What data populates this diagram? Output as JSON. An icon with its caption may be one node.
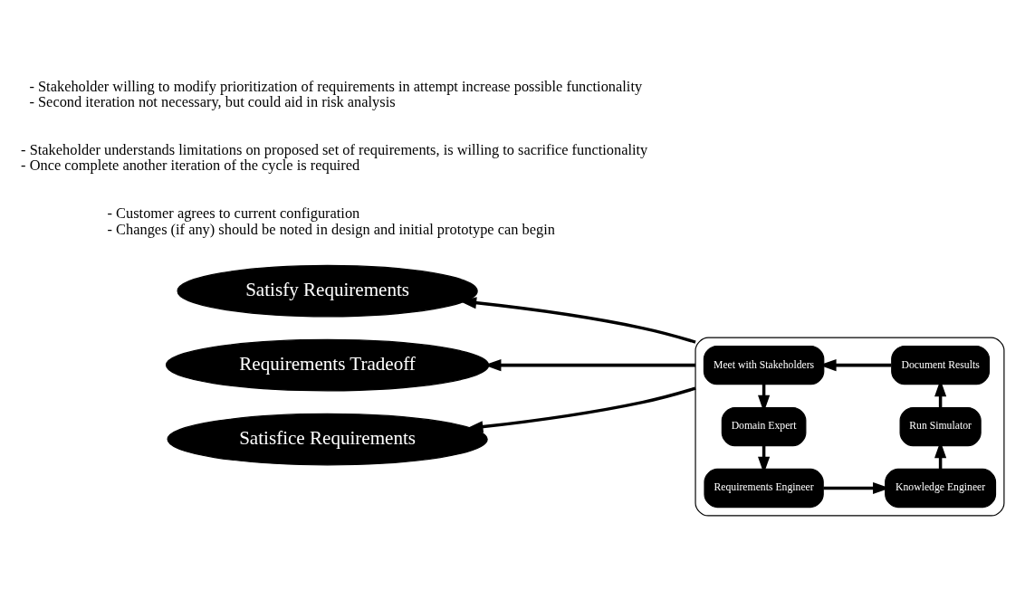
{
  "diagram": {
    "nodes": [
      {
        "text": [
          "Satisfy Requirements"
        ],
        "beside": [
          "- Customer agrees to current configuration",
          "- Changes (if any) should be noted in design and initial prototype can begin"
        ]
      },
      {
        "text": [
          "Requirements Tradeoff"
        ],
        "beside": [
          "- Stakeholder understands limitations on proposed set of requirements, is willing to sacrifice functionality",
          "- Once complete another iteration of the cycle is required"
        ]
      },
      {
        "text": [
          "Satisfice Requirements"
        ],
        "beside": [
          "- Stakeholder willing to modify prioritization of requirements in attempt increase possible functionality",
          "- Second iteration not necessary, but could aid in risk analysis"
        ]
      },
      {
        "text": [],
        "shape": "ellipse"
      },
      {
        "text": [
          "Meet with Stakeholders"
        ],
        "in": 3
      },
      {
        "text": [
          "Document Results"
        ],
        "in": 3
      },
      {
        "text": [
          "Domain Expert"
        ],
        "in": 3
      },
      {
        "text": [
          "Run Simulator"
        ],
        "in": 3
      },
      {
        "text": [
          "Requirements Engineer"
        ],
        "in": 3
      },
      {
        "text": [
          "Knowledge Engineer"
        ],
        "in": 3
      }
    ],
    "edges": [
      {
        "from": 3,
        "to": 0,
        "arrow": "to"
      },
      {
        "from": 3,
        "to": 1,
        "arrow": "to"
      },
      {
        "from": 3,
        "to": 2,
        "arrow": "to"
      },
      {
        "from": 4,
        "to": 6,
        "arrow": "to"
      },
      {
        "from": 6,
        "to": 8,
        "arrow": "to"
      },
      {
        "from": 8,
        "to": 9,
        "arrow": "to"
      },
      {
        "from": 9,
        "to": 7,
        "arrow": "to"
      },
      {
        "from": 7,
        "to": 5,
        "arrow": "to"
      },
      {
        "from": 5,
        "to": 4,
        "arrow": "to"
      }
    ]
  }
}
